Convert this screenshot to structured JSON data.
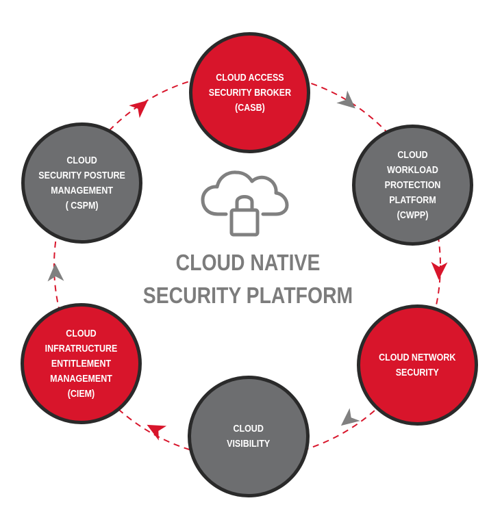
{
  "center": {
    "icon": "cloud-lock-icon",
    "title_lines": [
      "CLOUD NATIVE",
      "SECURITY PLATFORM"
    ]
  },
  "nodes": [
    {
      "id": "casb",
      "lines": [
        "CLOUD ACCESS",
        "SECURITY BROKER",
        "(CASB)"
      ],
      "fill": "#d8152b"
    },
    {
      "id": "cwpp",
      "lines": [
        "CLOUD",
        "WORKLOAD",
        "PROTECTION",
        "PLATFORM",
        "(CWPP)"
      ],
      "fill": "#6d6e70"
    },
    {
      "id": "cns",
      "lines": [
        "CLOUD NETWORK",
        "SECURITY"
      ],
      "fill": "#d8152b"
    },
    {
      "id": "cv",
      "lines": [
        "CLOUD",
        "VISIBILITY"
      ],
      "fill": "#6d6e70"
    },
    {
      "id": "ciem",
      "lines": [
        "CLOUD",
        "INFRATRUCTURE",
        "ENTITLEMENT",
        "MANAGEMENT",
        "(CIEM)"
      ],
      "fill": "#d8152b"
    },
    {
      "id": "cspm",
      "lines": [
        "CLOUD",
        "SECURITY POSTURE",
        "MANAGEMENT",
        "( CSPM)"
      ],
      "fill": "#6d6e70"
    }
  ],
  "colors": {
    "red": "#d8152b",
    "gray": "#6d6e70",
    "border": "#2a2a2a",
    "center_text": "#7c7c7c",
    "icon_stroke": "#808080"
  },
  "arrows": [
    {
      "name": "arrow-casb-to-cwpp",
      "color": "#808080"
    },
    {
      "name": "arrow-cwpp-to-cns",
      "color": "#d8152b"
    },
    {
      "name": "arrow-cns-to-cv",
      "color": "#808080"
    },
    {
      "name": "arrow-cv-to-ciem",
      "color": "#d8152b"
    },
    {
      "name": "arrow-ciem-to-cspm",
      "color": "#808080"
    },
    {
      "name": "arrow-cspm-to-casb",
      "color": "#d8152b"
    }
  ]
}
